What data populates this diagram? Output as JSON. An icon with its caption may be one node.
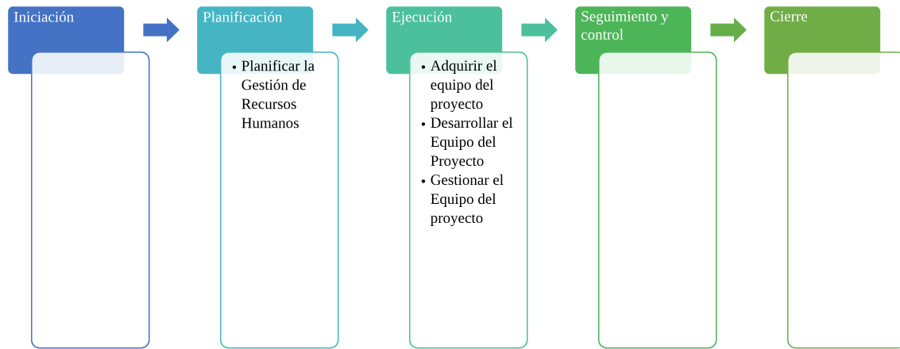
{
  "diagram": {
    "nodes": [
      {
        "text": [
          "Iniciación"
        ]
      },
      {
        "text": [],
        "shape": "box"
      },
      {
        "text": [
          "Planificación"
        ]
      },
      {
        "text": [
          "Planificar la Gestión de Recursos Humanos"
        ]
      },
      {
        "text": [
          "Ejecución"
        ]
      },
      {
        "text": [
          "Adquirir el equipo del proyecto",
          "Desarrollar el Equipo del Proyecto",
          "Gestionar el Equipo del proyecto"
        ]
      },
      {
        "text": [
          "Seguimiento y control"
        ]
      },
      {
        "text": [],
        "shape": "box"
      },
      {
        "text": [
          "Cierre"
        ]
      },
      {
        "text": [],
        "shape": "box"
      }
    ],
    "edges": [
      {
        "from": 0,
        "to": 2,
        "arrow": "to",
        "color": "#4472c4"
      },
      {
        "from": 2,
        "to": 4,
        "arrow": "to",
        "color": "#45b5c4"
      },
      {
        "from": 4,
        "to": 6,
        "arrow": "to",
        "color": "#4cc09a"
      },
      {
        "from": 6,
        "to": 8,
        "arrow": "to",
        "color": "#65ae4a"
      }
    ]
  }
}
